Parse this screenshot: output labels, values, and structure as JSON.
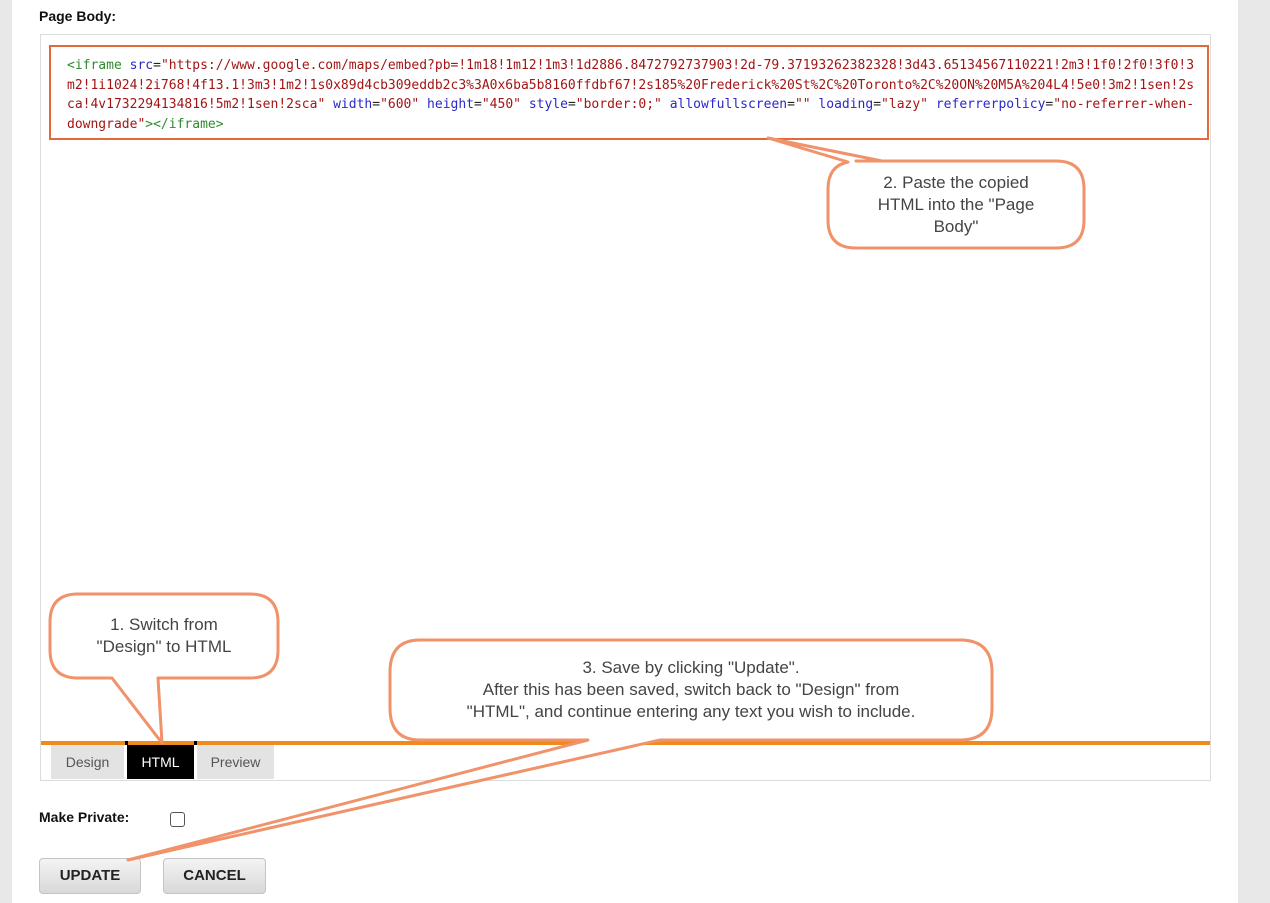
{
  "form": {
    "page_body_label": "Page Body:",
    "make_private_label": "Make Private:",
    "make_private_checked": false,
    "update_label": "UPDATE",
    "cancel_label": "CANCEL"
  },
  "editor": {
    "tabs": [
      {
        "label": "Design",
        "active": false
      },
      {
        "label": "HTML",
        "active": true
      },
      {
        "label": "Preview",
        "active": false
      }
    ],
    "code": {
      "tag_open": "<iframe",
      "attr_src": "src",
      "val_src": "\"https://www.google.com/maps/embed?pb=!1m18!1m12!1m3!1d2886.8472792737903!2d-79.37193262382328!3d43.65134567110221!2m3!1f0!2f0!3f0!3m2!1i1024!2i768!4f13.1!3m3!1m2!1s0x89d4cb309eddb2c3%3A0x6ba5b8160ffdbf67!2s185%20Frederick%20St%2C%20Toronto%2C%20ON%20M5A%204L4!5e0!3m2!1sen!2sca!4v1732294134816!5m2!1sen!2sca\"",
      "attr_width": "width",
      "val_width": "\"600\"",
      "attr_height": "height",
      "val_height": "\"450\"",
      "attr_style": "style",
      "val_style": "\"border:0;\"",
      "attr_allow": "allowfullscreen",
      "val_allow": "\"\"",
      "attr_loading": "loading",
      "val_loading": "\"lazy\"",
      "attr_referrer": "referrerpolicy",
      "val_referrer": "\"no-referrer-when-downgrade\"",
      "tag_gt": ">",
      "tag_close": "</iframe>"
    }
  },
  "callouts": {
    "step1": "1. Switch from\n\"Design\" to HTML",
    "step2": "2. Paste the copied\nHTML into the \"Page\nBody\"",
    "step3": "3. Save by clicking \"Update\".\nAfter this has been saved, switch back to \"Design\" from\n\"HTML\", and continue entering any text you wish to include."
  },
  "colors": {
    "accent_orange": "#ef8a1e",
    "callout_stroke": "#f0926a",
    "highlight_box": "#e06a3a"
  }
}
